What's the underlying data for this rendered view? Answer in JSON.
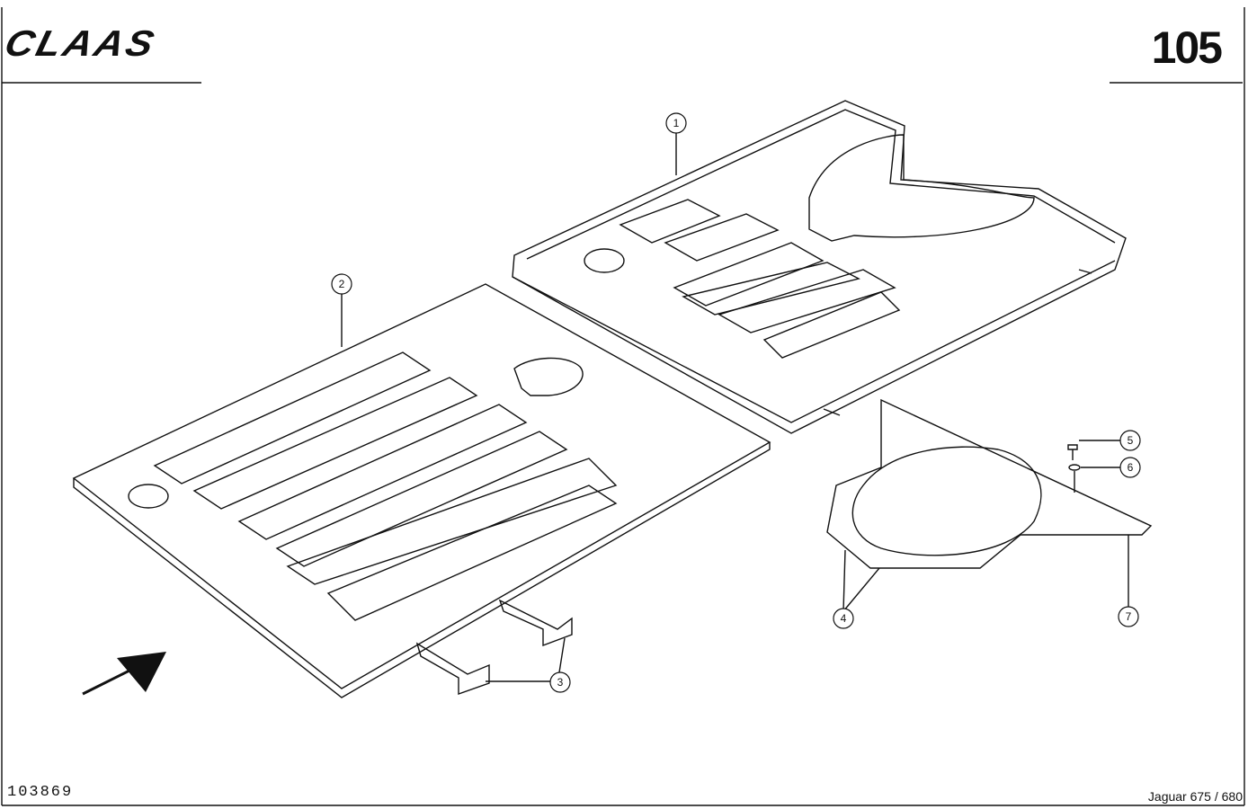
{
  "header": {
    "brand": "CLAAS",
    "page_number": "105"
  },
  "footer": {
    "drawing_number": "103869",
    "model": "Jaguar 675 / 680"
  },
  "callouts": [
    {
      "label": "1"
    },
    {
      "label": "2"
    },
    {
      "label": "3"
    },
    {
      "label": "4"
    },
    {
      "label": "5"
    },
    {
      "label": "6"
    },
    {
      "label": "7"
    }
  ],
  "icons": {
    "direction_arrow": "direction-arrow-icon",
    "brand_logo": "claas-logo"
  },
  "colors": {
    "ink": "#111111",
    "paper": "#ffffff"
  }
}
